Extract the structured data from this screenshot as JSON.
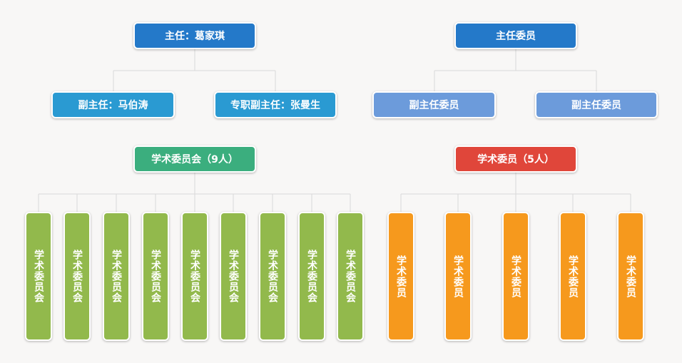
{
  "colors": {
    "line": "#d9d9d9",
    "director": "#2479c9",
    "deputy": "#2a9ad2",
    "deputy_member": "#6c9bdb",
    "committee_left": "#3bae7e",
    "committee_right": "#e0463a",
    "member_left": "#92b94c",
    "member_right": "#f6991d"
  },
  "left": {
    "director": "主任：葛家琪",
    "deputies": [
      "副主任：马伯涛",
      "专职副主任：张曼生"
    ],
    "committee": "学术委员会（9人）",
    "members": [
      "学术委员会",
      "学术委员会",
      "学术委员会",
      "学术委员会",
      "学术委员会",
      "学术委员会",
      "学术委员会",
      "学术委员会",
      "学术委员会"
    ]
  },
  "right": {
    "director": "主任委员",
    "deputies": [
      "副主任委员",
      "副主任委员"
    ],
    "committee": "学术委员（5人）",
    "members": [
      "学术委员",
      "学术委员",
      "学术委员",
      "学术委员",
      "学术委员"
    ]
  }
}
